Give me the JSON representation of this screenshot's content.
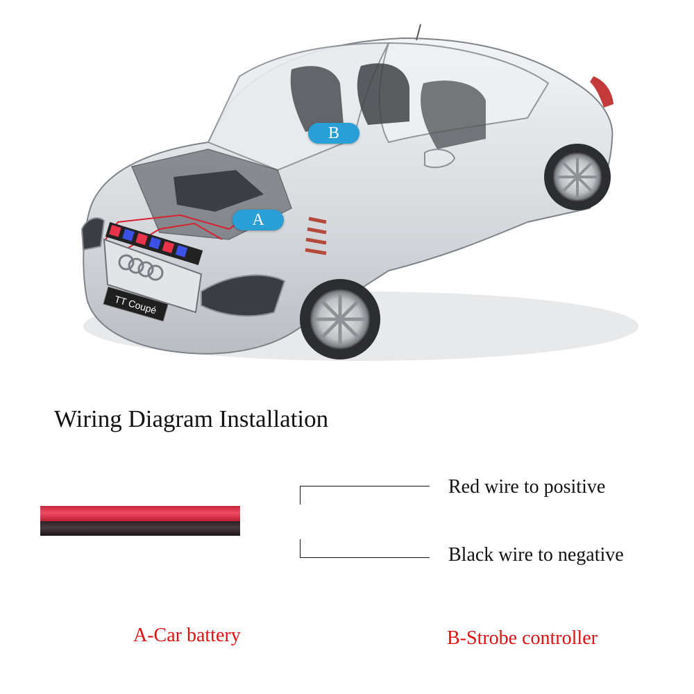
{
  "diagram": {
    "title": "Wiring Diagram Installation",
    "markers": {
      "a": "A",
      "b": "B"
    },
    "plate_text": "TT Coupé",
    "wires": [
      {
        "color": "red",
        "label": "Red wire to positive"
      },
      {
        "color": "black",
        "label": "Black wire to negative"
      }
    ],
    "legend": {
      "a": "A-Car battery",
      "b": "B-Strobe controller"
    },
    "colors": {
      "marker": "#2a9fd6",
      "legend_text": "#e01010",
      "wire_red": "#e0304a",
      "wire_black": "#2e2226"
    }
  }
}
